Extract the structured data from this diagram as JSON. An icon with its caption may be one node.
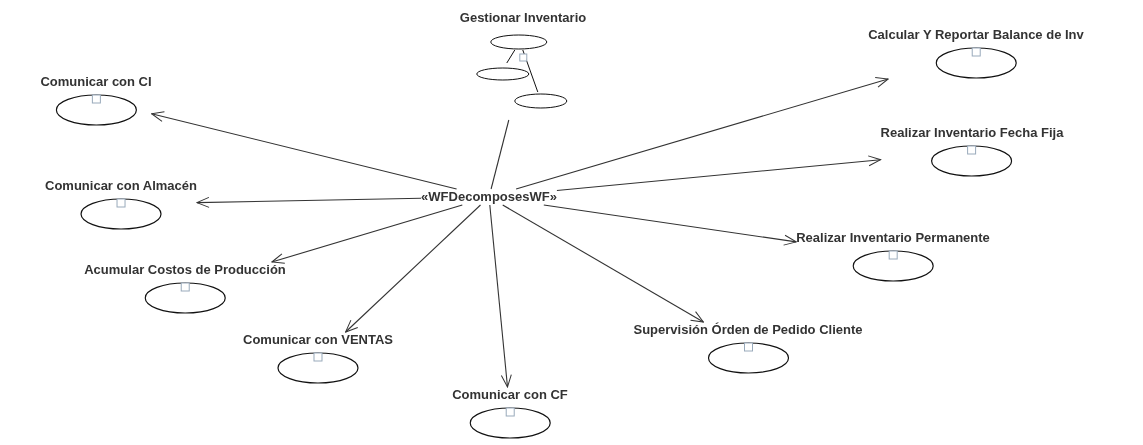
{
  "diagram": {
    "nodes": [
      {
        "text": [
          "Gestionar Inventario"
        ]
      },
      {
        "text": [
          "Comunicar con CI"
        ]
      },
      {
        "text": [
          "Calcular Y Reportar Balance de Inv"
        ]
      },
      {
        "text": [
          "Realizar Inventario Fecha Fija"
        ]
      },
      {
        "text": [
          "«WFDecomposesWF»"
        ]
      },
      {
        "text": [
          "Comunicar con Almacén"
        ]
      },
      {
        "text": [
          "Acumular Costos de Producción"
        ]
      },
      {
        "text": [
          "Realizar Inventario Permanente"
        ]
      },
      {
        "text": [
          "Comunicar con VENTAS"
        ]
      },
      {
        "text": [
          "Supervisión Órden de Pedido Cliente"
        ]
      },
      {
        "text": [
          "Comunicar con CF"
        ]
      }
    ],
    "edges": [
      {
        "from": 0,
        "to": 4,
        "arrow": "none"
      },
      {
        "from": 4,
        "to": 1,
        "arrow": "to"
      },
      {
        "from": 4,
        "to": 2,
        "arrow": "to"
      },
      {
        "from": 4,
        "to": 3,
        "arrow": "to"
      },
      {
        "from": 4,
        "to": 5,
        "arrow": "to"
      },
      {
        "from": 4,
        "to": 6,
        "arrow": "to"
      },
      {
        "from": 4,
        "to": 7,
        "arrow": "to"
      },
      {
        "from": 4,
        "to": 8,
        "arrow": "to"
      },
      {
        "from": 4,
        "to": 9,
        "arrow": "to"
      },
      {
        "from": 4,
        "to": 10,
        "arrow": "to"
      }
    ]
  }
}
